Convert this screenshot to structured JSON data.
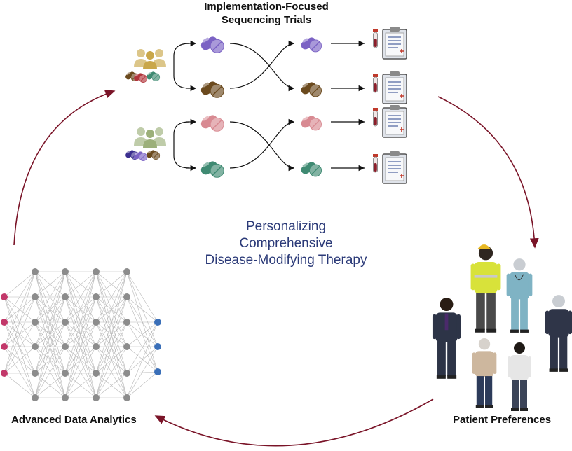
{
  "title": {
    "line1": "Implementation-Focused",
    "line2": "Sequencing Trials"
  },
  "center": {
    "line1": "Personalizing",
    "line2": "Comprehensive",
    "line3": "Disease-Modifying Therapy"
  },
  "labels": {
    "left": "Advanced Data Analytics",
    "right": "Patient Preferences"
  },
  "colors": {
    "arrow": "#7a1428",
    "purple": "#7b62c4",
    "brown": "#6b4a1e",
    "pink": "#d88a92",
    "teal": "#3f8a72",
    "group_gold": "#c9a74a",
    "group_green": "#9cb07a",
    "nn_node": "#8c8c8c",
    "nn_input": "#c2386a",
    "nn_output": "#3a6fb8",
    "center_text": "#2b3a78"
  },
  "icons": [
    "people-group-icon",
    "pill-icon",
    "test-tube-icon",
    "clipboard-icon",
    "person-icon",
    "neural-network-icon"
  ]
}
